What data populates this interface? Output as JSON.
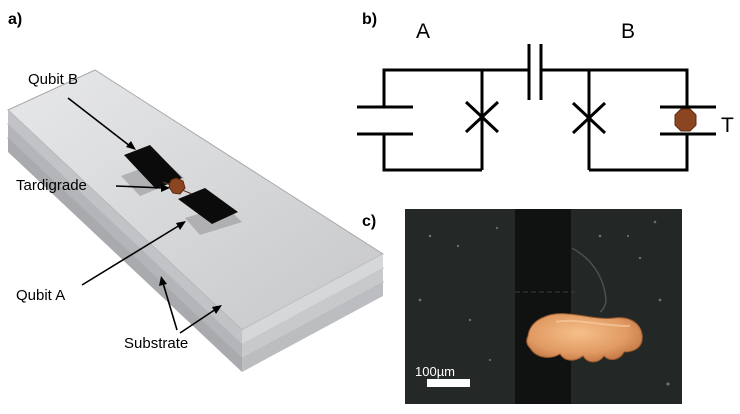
{
  "panels": {
    "a": {
      "letter": "a)",
      "labels": {
        "qubit_b": "Qubit B",
        "tardigrade": "Tardigrade",
        "qubit_a": "Qubit A",
        "substrate": "Substrate"
      }
    },
    "b": {
      "letter": "b)",
      "labels": {
        "node_a": "A",
        "node_b": "B",
        "tardigrade_marker": "T"
      }
    },
    "c": {
      "letter": "c)",
      "scale_bar": "100µm"
    }
  },
  "colors": {
    "tardigrade": "#8b4520",
    "qubit_pad": "#0b0b0b",
    "substrate": "#c9cacc",
    "micrograph_bg": "#1b1d1c",
    "tardigrade_photo": "#e8a06a"
  }
}
